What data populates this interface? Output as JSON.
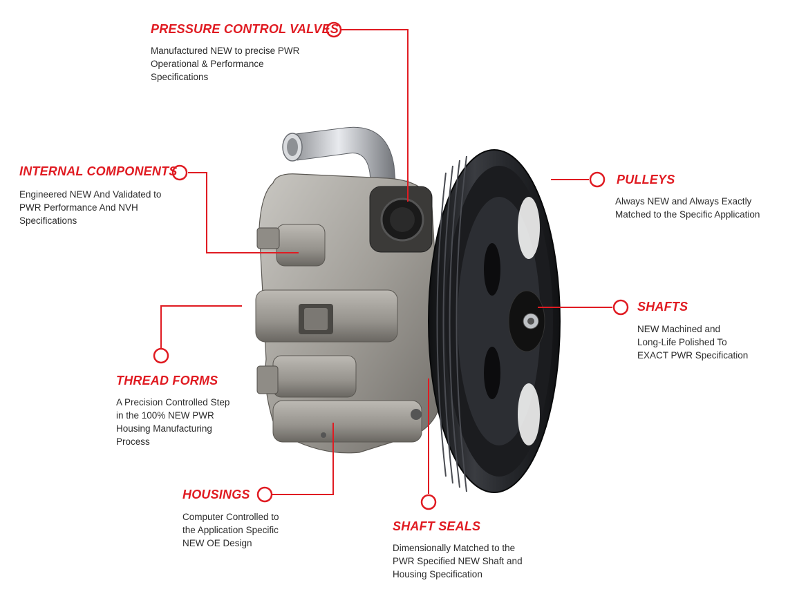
{
  "callouts": {
    "pressure_control_valves": {
      "title": "PRESSURE CONTROL VALVES",
      "lines": [
        "Manufactured NEW to precise PWR",
        "Operational & Performance",
        "Specifications"
      ]
    },
    "internal_components": {
      "title": "INTERNAL COMPONENTS",
      "lines": [
        "Engineered NEW And Validated to",
        "PWR Performance And NVH",
        "Specifications"
      ]
    },
    "pulleys": {
      "title": "PULLEYS",
      "lines": [
        "Always NEW and Always Exactly",
        "Matched to the Specific Application"
      ]
    },
    "shafts": {
      "title": "SHAFTS",
      "lines": [
        "NEW Machined and",
        "Long-Life Polished To",
        "EXACT PWR Specification"
      ]
    },
    "thread_forms": {
      "title": "THREAD FORMS",
      "lines": [
        "A Precision Controlled Step",
        "in the 100% NEW PWR",
        "Housing Manufacturing",
        "Process"
      ]
    },
    "housings": {
      "title": "HOUSINGS",
      "lines": [
        "Computer Controlled to",
        "the Application Specific",
        "NEW OE Design"
      ]
    },
    "shaft_seals": {
      "title": "SHAFT SEALS",
      "lines": [
        "Dimensionally Matched to the",
        "PWR Specified NEW Shaft and",
        "Housing Specification"
      ]
    }
  },
  "colors": {
    "accent": "#e01b22",
    "text": "#2b2b2b",
    "metal": "#9a9894",
    "pulley": "#1c1d20"
  }
}
